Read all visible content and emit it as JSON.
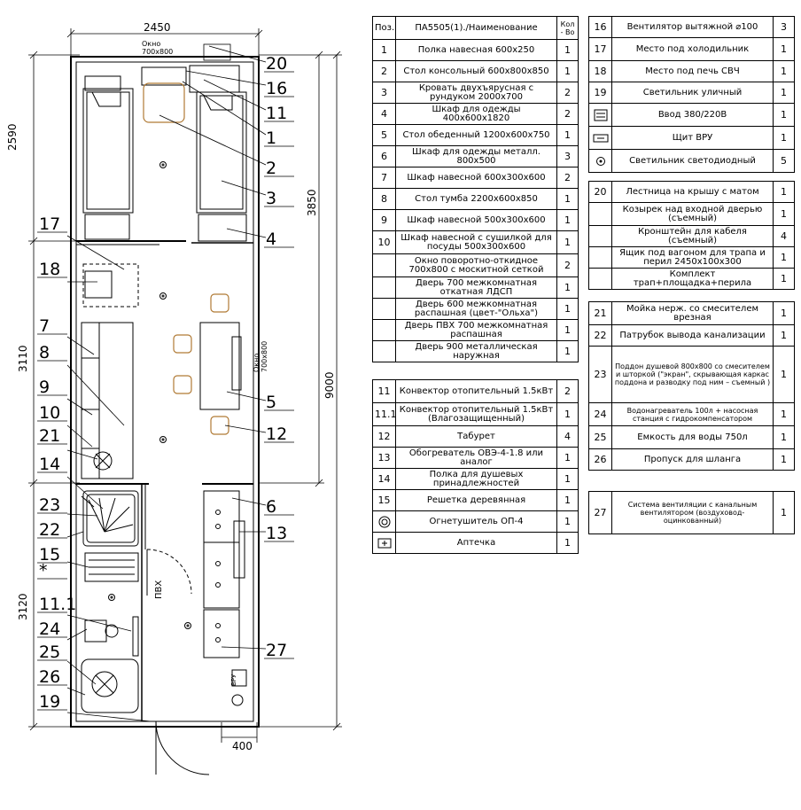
{
  "plan": {
    "dim_width": "2450",
    "window_top_label": "Окно\n700x800",
    "dim_bottom": "400",
    "dim_left": [
      "2590",
      "3110",
      "3120"
    ],
    "dim_right": [
      "3850",
      "9000"
    ],
    "window_side_label": "Окно\n700x800",
    "pvh_label": "ПВХ",
    "star_label": "*",
    "callouts_left": [
      "17",
      "18",
      "7",
      "8",
      "9",
      "10",
      "21",
      "14",
      "23",
      "22",
      "15",
      "*",
      "11.1",
      "24",
      "25",
      "26",
      "19"
    ],
    "callouts_right": [
      "20",
      "16",
      "11",
      "1",
      "2",
      "3",
      "4",
      "5",
      "12",
      "6",
      "13",
      "27"
    ]
  },
  "table1": {
    "header": {
      "pos": "Поз.",
      "name": "ПА5505(1)./Наименование",
      "qty": "Кол - Во"
    },
    "rows": [
      {
        "pos": "1",
        "name": "Полка навесная 600x250",
        "qty": "1"
      },
      {
        "pos": "2",
        "name": "Стол консольный 600x800x850",
        "qty": "1"
      },
      {
        "pos": "3",
        "name": "Кровать двухъярусная с рундуком 2000x700",
        "qty": "2"
      },
      {
        "pos": "4",
        "name": "Шкаф для одежды 400x600x1820",
        "qty": "2"
      },
      {
        "pos": "5",
        "name": "Стол обеденный 1200x600x750",
        "qty": "1"
      },
      {
        "pos": "6",
        "name": "Шкаф для одежды металл. 800x500",
        "qty": "3"
      },
      {
        "pos": "7",
        "name": "Шкаф навесной 600x300x600",
        "qty": "2"
      },
      {
        "pos": "8",
        "name": "Стол тумба 2200x600x850",
        "qty": "1"
      },
      {
        "pos": "9",
        "name": "Шкаф навесной 500x300x600",
        "qty": "1"
      },
      {
        "pos": "10",
        "name": "Шкаф навесной с сушилкой для посуды 500x300x600",
        "qty": "1"
      },
      {
        "pos": "",
        "name": "Окно поворотно-откидное 700x800 с москитной сеткой",
        "qty": "2"
      },
      {
        "pos": "",
        "name": "Дверь 700 межкомнатная откатная ЛДСП",
        "qty": "1"
      },
      {
        "pos": "",
        "name": "Дверь 600 межкомнатная распашная (цвет-\"Ольха\")",
        "qty": "1"
      },
      {
        "pos": "",
        "name": "Дверь ПВХ 700 межкомнатная распашная",
        "qty": "1"
      },
      {
        "pos": "",
        "name": "Дверь 900 металлическая наружная",
        "qty": "1"
      }
    ]
  },
  "table2": {
    "rows": [
      {
        "pos": "11",
        "name": "Конвектор отопительный 1.5кВт",
        "qty": "2"
      },
      {
        "pos": "11.1",
        "name": "Конвектор отопительный 1.5кВт (Влагозащищенный)",
        "qty": "1"
      },
      {
        "pos": "12",
        "name": "Табурет",
        "qty": "4"
      },
      {
        "pos": "13",
        "name": "Обогреватель ОВЭ-4-1.8 или аналог",
        "qty": "1"
      },
      {
        "pos": "14",
        "name": "Полка для душевых принадлежностей",
        "qty": "1"
      },
      {
        "pos": "15",
        "name": "Решетка деревянная",
        "qty": "1"
      },
      {
        "pos": "",
        "icon": "extinguisher-icon",
        "name": "Огнетушитель ОП-4",
        "qty": "1"
      },
      {
        "pos": "",
        "icon": "first-aid-icon",
        "name": "Аптечка",
        "qty": "1"
      }
    ]
  },
  "table3": {
    "rows": [
      {
        "pos": "16",
        "name": "Вентилятор вытяжной ⌀100",
        "qty": "3"
      },
      {
        "pos": "17",
        "name": "Место под холодильник",
        "qty": "1"
      },
      {
        "pos": "18",
        "name": "Место под печь СВЧ",
        "qty": "1"
      },
      {
        "pos": "19",
        "name": "Светильник уличный",
        "qty": "1"
      },
      {
        "pos": "",
        "icon": "power-input-icon",
        "name": "Ввод 380/220В",
        "qty": "1"
      },
      {
        "pos": "",
        "icon": "switchboard-icon",
        "name": "Щит ВРУ",
        "qty": "1"
      },
      {
        "pos": "",
        "icon": "led-lamp-icon",
        "name": "Светильник светодиодный",
        "qty": "5"
      }
    ]
  },
  "table4": {
    "rows": [
      {
        "pos": "20",
        "name": "Лестница на крышу с матом",
        "qty": "1"
      },
      {
        "pos": "",
        "name": "Козырек над входной дверью (съемный)",
        "qty": "1"
      },
      {
        "pos": "",
        "name": "Кронштейн для кабеля (съемный)",
        "qty": "4"
      },
      {
        "pos": "",
        "name": "Ящик под вагоном для трапа и перил 2450x100x300",
        "qty": "1"
      },
      {
        "pos": "",
        "name": "Комплект трап+площадка+перила",
        "qty": "1"
      }
    ]
  },
  "table5": {
    "rows": [
      {
        "pos": "21",
        "name": "Мойка нерж. со смесителем врезная",
        "qty": "1"
      },
      {
        "pos": "22",
        "name": "Патрубок вывода канализации",
        "qty": "1"
      },
      {
        "pos": "23",
        "name": "Поддон душевой 800x800 со смесителем и шторкой (\"экран\", скрывающая каркас поддона и разводку под ним – съемный )",
        "qty": "1"
      },
      {
        "pos": "24",
        "name": "Водонагреватель 100л + насосная станция с гидрокомпенсатором",
        "qty": "1"
      },
      {
        "pos": "25",
        "name": "Емкость для воды 750л",
        "qty": "1"
      },
      {
        "pos": "26",
        "name": "Пропуск для шланга",
        "qty": "1"
      }
    ]
  },
  "table6": {
    "rows": [
      {
        "pos": "27",
        "name": "Система вентиляции с канальным вентилятором (воздуховод-оцинкованный)",
        "qty": "1"
      }
    ]
  }
}
